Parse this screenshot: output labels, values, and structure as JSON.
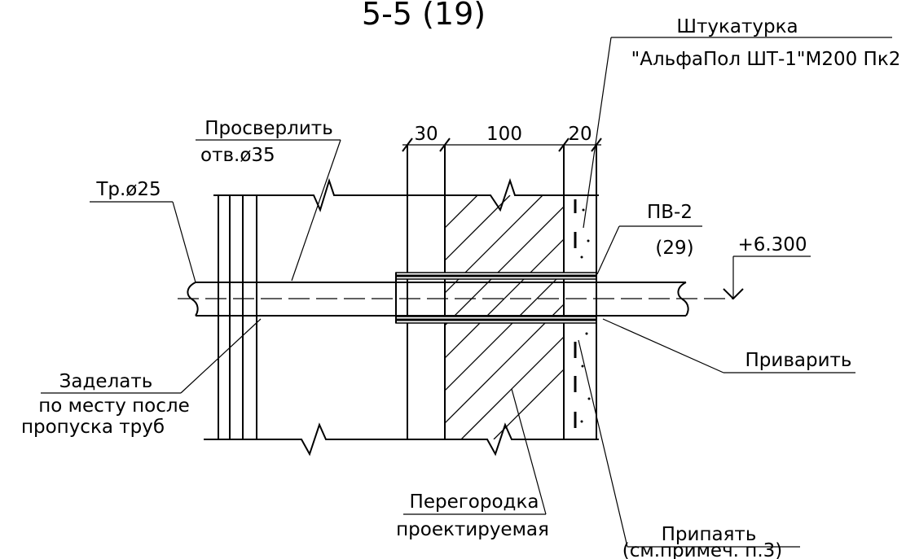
{
  "title": "5-5 (19)",
  "labels": {
    "plaster_1": "Штукатурка",
    "plaster_2": "\"АльфаПол ШТ-1\"М200 Пк2",
    "drill_1": "Просверлить",
    "drill_2": "отв.ø35",
    "pipe": "Тр.ø25",
    "sleeve_1": "ПВ-2",
    "sleeve_2": "(29)",
    "elevation": "+6.300",
    "weld": "Приварить",
    "seal_1": "Заделать",
    "seal_2": "по месту после",
    "seal_3": "пропуска труб",
    "partition_1": "Перегородка",
    "partition_2": "проектируемая",
    "solder_1": "Припаять",
    "solder_2": "(см.примеч. п.3)"
  },
  "dimensions": {
    "d1": "30",
    "d2": "100",
    "d3": "20"
  }
}
